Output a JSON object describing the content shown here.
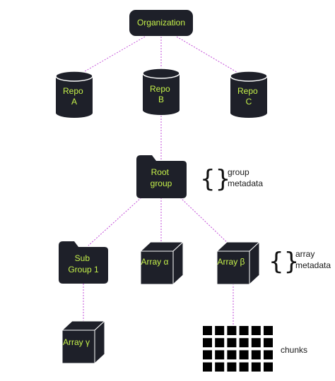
{
  "nodes": {
    "organization": "Organization",
    "repo_a": [
      "Repo",
      "A"
    ],
    "repo_b": [
      "Repo",
      "B"
    ],
    "repo_c": [
      "Repo",
      "C"
    ],
    "root_group": [
      "Root",
      "group"
    ],
    "sub_group": [
      "Sub",
      "Group 1"
    ],
    "array_alpha": "Array α",
    "array_beta": "Array β",
    "array_gamma": "Array γ"
  },
  "annotations": {
    "group_metadata": [
      "group",
      "metadata"
    ],
    "array_metadata": [
      "array",
      "metadata"
    ],
    "chunks": "chunks",
    "brace": "{}"
  },
  "colors": {
    "node_fill": "#1e2029",
    "label": "#c6f24a",
    "connector": "#c24bd8"
  },
  "icons": {
    "repo": "database-cylinder-icon",
    "group": "folder-icon",
    "array": "cube-icon",
    "metadata": "curly-braces-icon",
    "chunks": "grid-squares-icon"
  }
}
